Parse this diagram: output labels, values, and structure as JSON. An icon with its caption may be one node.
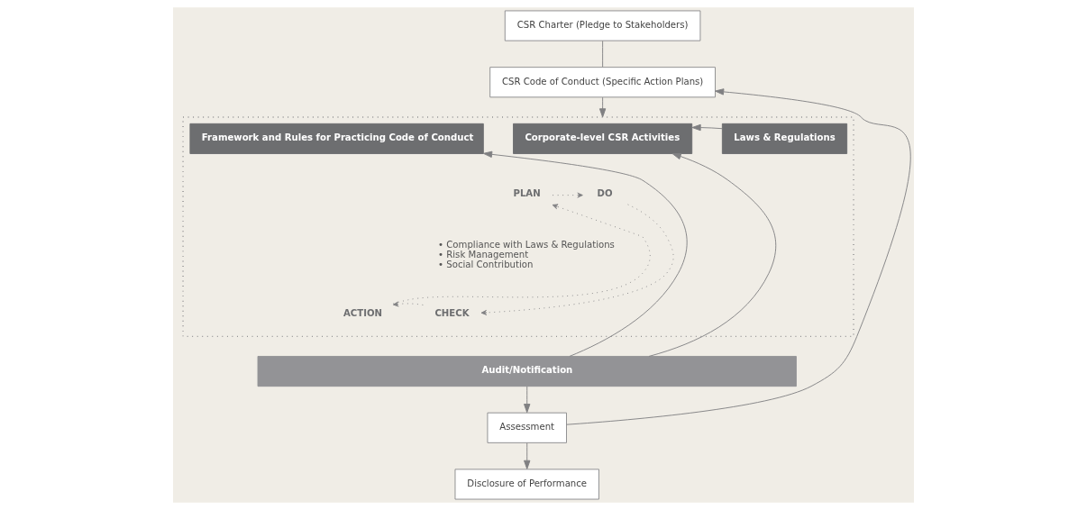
{
  "diagram": {
    "nodes": [
      {
        "text": [
          "CSR Charter (Pledge to Stakeholders)"
        ]
      },
      {
        "text": [
          "CSR Code of Conduct (Specific Action Plans)"
        ]
      },
      {
        "text": [],
        "shape": "box"
      },
      {
        "text": [
          "Framework and Rules for Practicing Code of Conduct"
        ],
        "in": 2
      },
      {
        "text": [
          "Corporate-level CSR Activities"
        ],
        "in": 2
      },
      {
        "text": [
          "Laws & Regulations"
        ],
        "in": 2
      },
      {
        "text": [
          "PLAN"
        ],
        "in": 2
      },
      {
        "text": [
          "DO"
        ],
        "in": 2
      },
      {
        "text": [
          "ACTION"
        ],
        "in": 2
      },
      {
        "text": [
          "CHECK"
        ],
        "in": 2
      },
      {
        "text": [
          "Audit/Notification"
        ]
      },
      {
        "text": [
          "Assessment"
        ]
      },
      {
        "text": [
          "Disclosure of Performance"
        ]
      }
    ],
    "edges": [
      {
        "from": 0,
        "to": 1,
        "arrow": "none"
      },
      {
        "from": 1,
        "to": 2,
        "arrow": "to"
      },
      {
        "from": 5,
        "to": 4,
        "arrow": "to"
      },
      {
        "from": 6,
        "to": 7,
        "arrow": "to",
        "style": "dashed"
      },
      {
        "from": 7,
        "to": 9,
        "arrow": "to",
        "style": "dashed"
      },
      {
        "from": 9,
        "to": 8,
        "arrow": "to",
        "style": "dashed"
      },
      {
        "from": 8,
        "to": 6,
        "arrow": "to",
        "style": "dashed"
      },
      {
        "from": 10,
        "to": 3,
        "arrow": "to"
      },
      {
        "from": 10,
        "to": 4,
        "arrow": "to"
      },
      {
        "from": 10,
        "to": 11,
        "arrow": "to"
      },
      {
        "from": 11,
        "to": 12,
        "arrow": "to"
      },
      {
        "from": 11,
        "to": 1,
        "arrow": "to"
      }
    ],
    "labels": [
      "• Compliance with Laws & Regulations",
      "• Risk Management",
      "• Social Contribution"
    ]
  }
}
